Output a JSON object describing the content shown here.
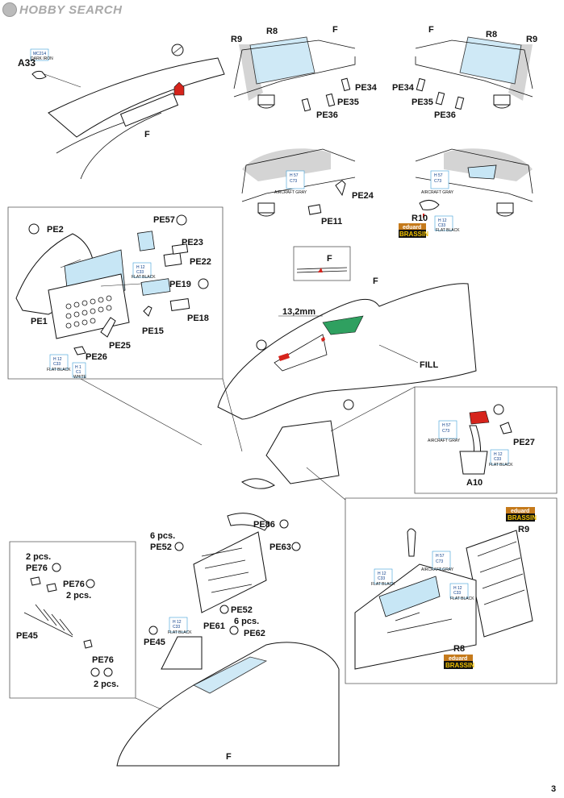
{
  "watermark": "HOBBY SEARCH",
  "page_number": "3",
  "colors": {
    "part_blue": "#c7e6f5",
    "red": "#d6241c",
    "green": "#2fa060",
    "brassin_orange": "#c57a1b"
  },
  "labels": {
    "A33": "A33",
    "F": "F",
    "R8": "R8",
    "R9": "R9",
    "PE34": "PE34",
    "PE35": "PE35",
    "PE36": "PE36",
    "PE24": "PE24",
    "PE11": "PE11",
    "R10": "R10",
    "PE2": "PE2",
    "PE57": "PE57",
    "PE23": "PE23",
    "PE22": "PE22",
    "PE19": "PE19",
    "PE18": "PE18",
    "PE1": "PE1",
    "PE15": "PE15",
    "PE25": "PE25",
    "PE26": "PE26",
    "FILL": "FILL",
    "dimension": "13,2mm",
    "PE27": "PE27",
    "A10": "A10",
    "PE86": "PE86",
    "PE52": "PE52",
    "PE63": "PE63",
    "six_pcs": "6 pcs.",
    "PE52b": "PE52",
    "six_pcs_b": "6 pcs.",
    "two_pcs": "2 pcs.",
    "PE76": "PE76",
    "PE45": "PE45",
    "PE61": "PE61",
    "PE62": "PE62"
  },
  "paint": {
    "mc214_code": "MC214",
    "mc214_name": "DARK IRON",
    "h57": "H 57",
    "c73": "C73",
    "aircraft_gray": "AIRCRAFT GRAY",
    "h12": "H 12",
    "c33": "C33",
    "flat_black": "FLAT BLACK",
    "h1": "H 1",
    "c1": "C1",
    "white": "WHITE"
  },
  "brassin": {
    "brand": "eduard",
    "name": "BRASSIN"
  }
}
